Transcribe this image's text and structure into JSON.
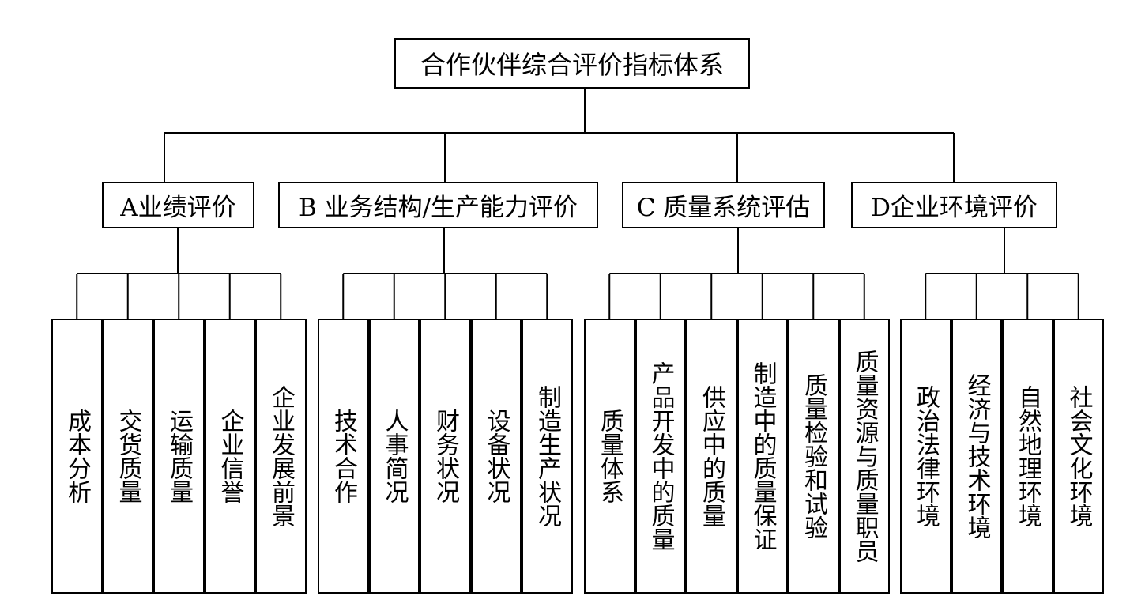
{
  "root": {
    "label": "合作伙伴综合评价指标体系"
  },
  "categories": [
    {
      "label": "A业绩评价",
      "children": [
        "成本分析",
        "交货质量",
        "运输质量",
        "企业信誉",
        "企业发展前景"
      ]
    },
    {
      "label": "B 业务结构/生产能力评价",
      "children": [
        "技术合作",
        "人事简况",
        "财务状况",
        "设备状况",
        "制造生产状况"
      ]
    },
    {
      "label": "C 质量系统评估",
      "children": [
        "质量体系",
        "产品开发中的质量",
        "供应中的质量",
        "制造中的质量保证",
        "质量检验和试验",
        "质量资源与质量职员"
      ]
    },
    {
      "label": "D企业环境评价",
      "children": [
        "政治法律环境",
        "经济与技术环境",
        "自然地理环境",
        "社会文化环境"
      ]
    }
  ]
}
